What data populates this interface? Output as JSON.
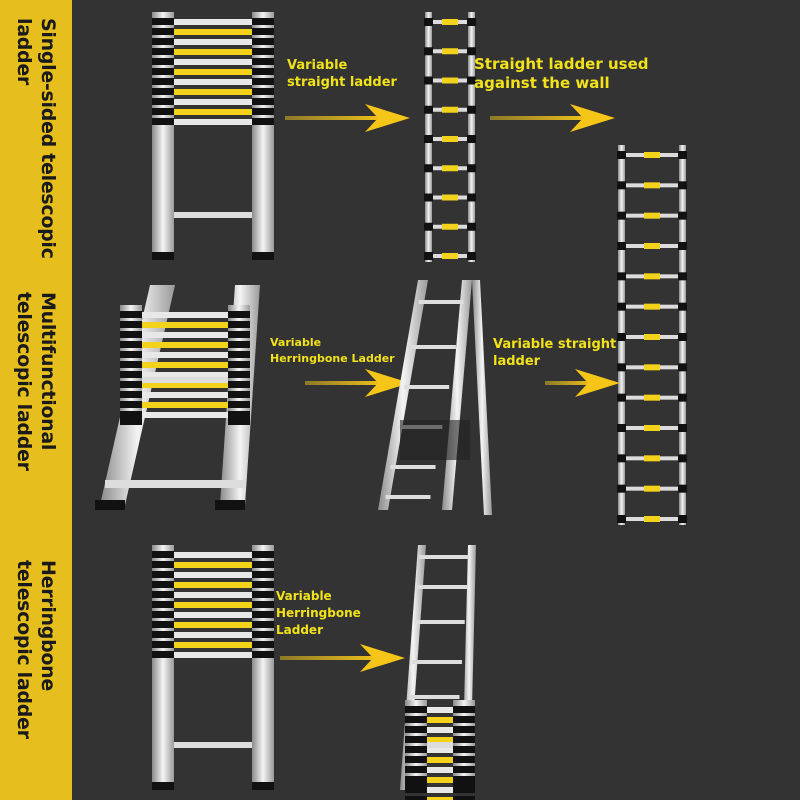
{
  "sidebar": {
    "labels": [
      {
        "line1": "Single-sided telescopic",
        "line2": "ladder"
      },
      {
        "line1": "Multifunctional",
        "line2": "telescopic ladder"
      },
      {
        "line1": "Herringbone",
        "line2": "telescopic ladder"
      }
    ]
  },
  "rows": [
    {
      "captions": [
        {
          "line1": "Variable",
          "line2": "straight ladder"
        },
        {
          "line1": "Straight ladder used",
          "line2": "against the wall"
        }
      ]
    },
    {
      "captions": [
        {
          "line1": "Variable",
          "line2": "Herringbone Ladder"
        },
        {
          "line1": "Variable straight",
          "line2": "ladder"
        }
      ]
    },
    {
      "captions": [
        {
          "line1": "Variable",
          "line2": "Herringbone",
          "line3": "Ladder"
        }
      ]
    }
  ],
  "colors": {
    "accent": "#f2e21a",
    "sidebar": "#e6bf1e",
    "background": "#333333"
  }
}
